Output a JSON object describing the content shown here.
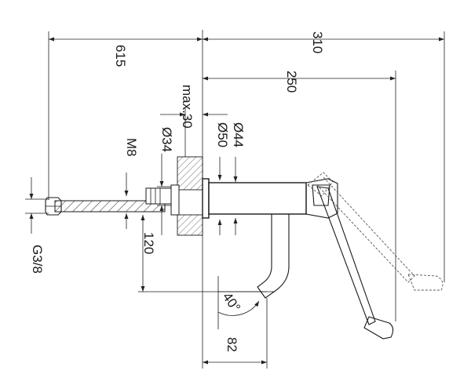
{
  "dimensions": {
    "total_length": "615",
    "overall_projection": "310",
    "lever_reach": "250",
    "max_wall": "max.30",
    "dia_wall_plate": "Ø50",
    "dia_body": "Ø44",
    "dia_sleeve": "Ø34",
    "thread": "M8",
    "connection": "G3/8",
    "spout_height": "120",
    "spout_angle": "40°",
    "spout_offset": "82"
  },
  "colors": {
    "line": "#1a1a1a",
    "background": "#ffffff",
    "hatch": "#888888"
  }
}
